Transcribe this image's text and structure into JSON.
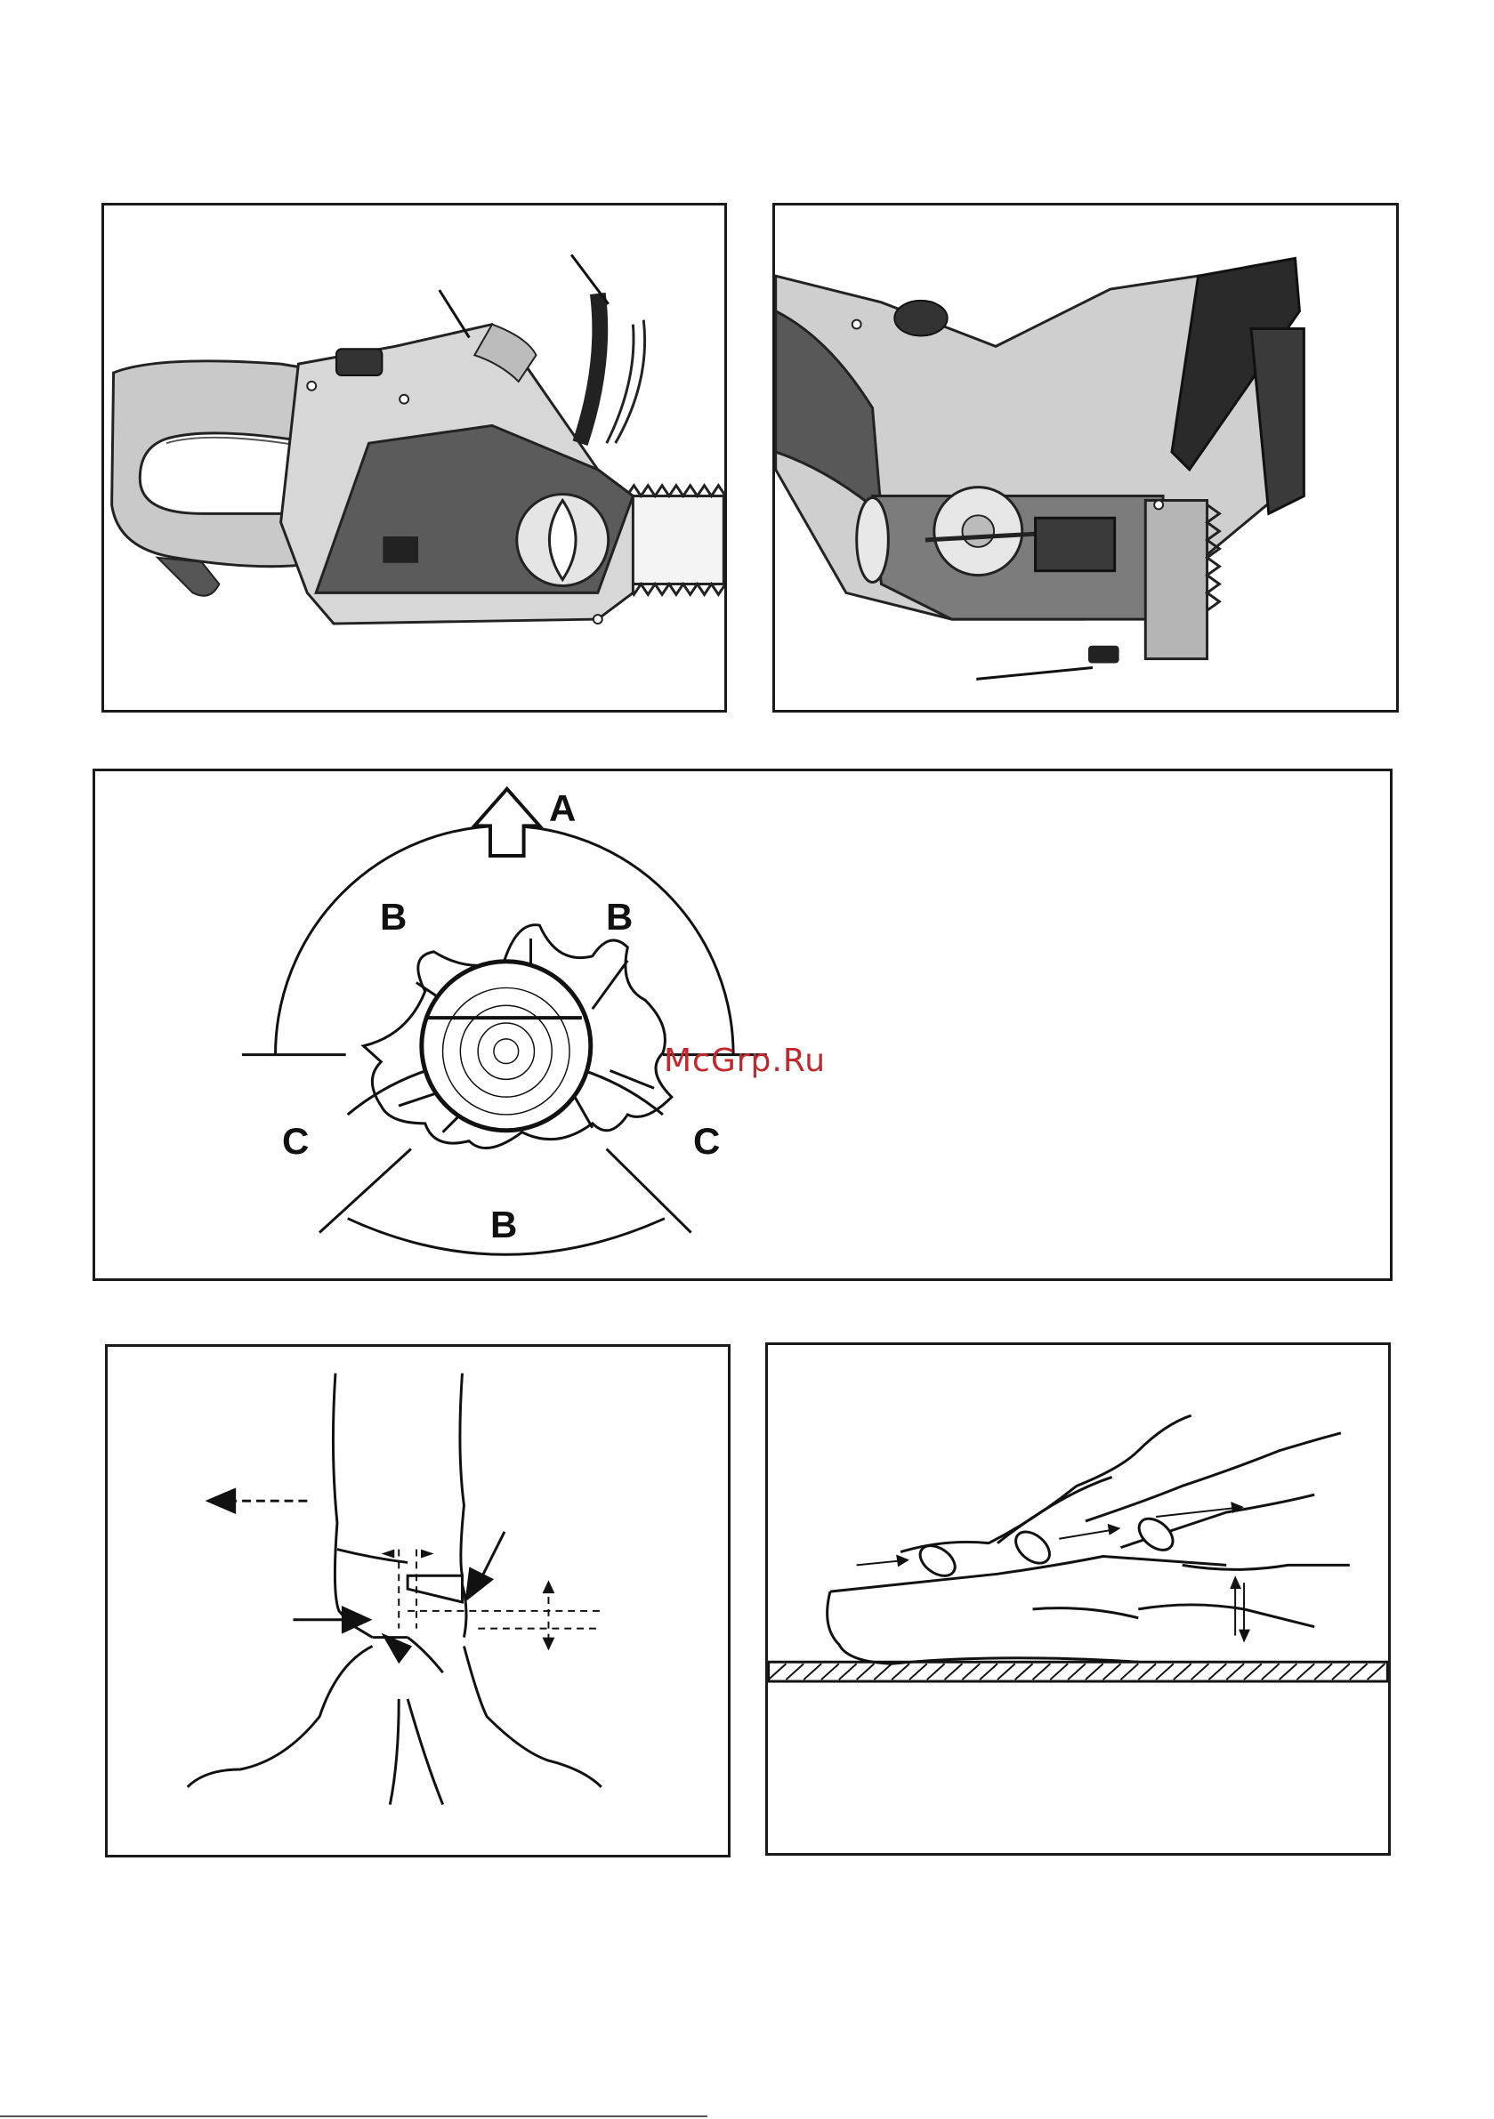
{
  "figures": {
    "fig3": {
      "labels": {
        "a": "A",
        "b_left": "B",
        "b_right": "B",
        "b_bottom": "B",
        "c_left": "C",
        "c_right": "C"
      }
    }
  },
  "watermark": "McGrp.Ru"
}
